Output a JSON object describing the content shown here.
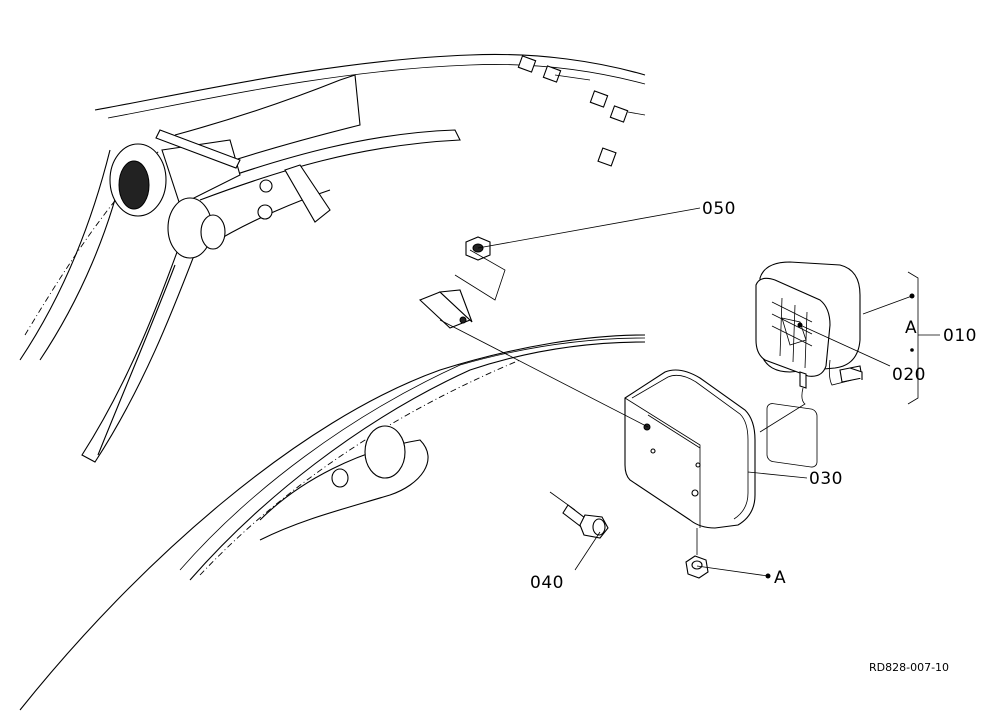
{
  "callouts": {
    "p010": "010",
    "p020": "020",
    "p030": "030",
    "p040": "040",
    "p050": "050",
    "ref_a_bracket": "A",
    "ref_a_nut": "A"
  },
  "drawing_code": "RD828-007-10"
}
